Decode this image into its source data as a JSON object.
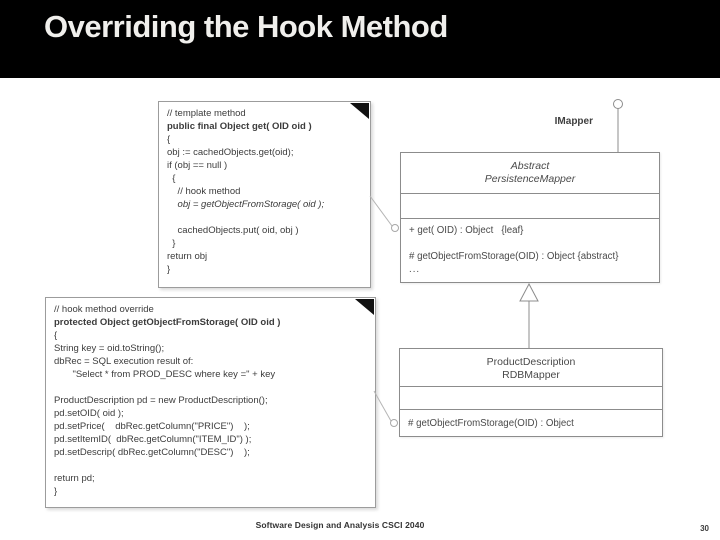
{
  "slide": {
    "title": "Overriding the Hook Method",
    "footer": "Software Design and Analysis CSCI 2040",
    "page_number": "30"
  },
  "colors": {
    "title_bg": "#000000",
    "title_text": "#f0efec",
    "body_bg": "#ffffff",
    "code_text": "#3c3c3c",
    "note_border": "#9c9c9c",
    "uml_border": "#8c8c8c",
    "connector": "#b5b5b5",
    "fold": "#111111"
  },
  "template_method_note": {
    "lines": [
      {
        "t": "// template method"
      },
      {
        "t": "public final Object get( OID oid )",
        "bold": true
      },
      {
        "t": "{"
      },
      {
        "t": "obj := cachedObjects.get(oid);"
      },
      {
        "t": "if (obj == null )"
      },
      {
        "t": "  {"
      },
      {
        "t": "    // hook method"
      },
      {
        "t": "    obj = getObjectFromStorage( oid );",
        "italic": true
      },
      {
        "t": ""
      },
      {
        "t": "    cachedObjects.put( oid, obj )"
      },
      {
        "t": "  }"
      },
      {
        "t": "return obj"
      },
      {
        "t": "}"
      }
    ]
  },
  "hook_override_note": {
    "lines": [
      {
        "t": "// hook method override"
      },
      {
        "t": "protected Object getObjectFromStorage( OID oid )",
        "bold": true
      },
      {
        "t": "{"
      },
      {
        "t": "String key = oid.toString();"
      },
      {
        "t": "dbRec = SQL execution result of:"
      },
      {
        "t": "       \"Select * from PROD_DESC where key =\" + key"
      },
      {
        "t": ""
      },
      {
        "t": "ProductDescription pd = new ProductDescription();"
      },
      {
        "t": "pd.setOID( oid );"
      },
      {
        "t": "pd.setPrice(    dbRec.getColumn(\"PRICE\")    );"
      },
      {
        "t": "pd.setItemID(  dbRec.getColumn(\"ITEM_ID\") );"
      },
      {
        "t": "pd.setDescrip( dbRec.getColumn(\"DESC\")    );"
      },
      {
        "t": ""
      },
      {
        "t": "return pd;"
      },
      {
        "t": "}"
      }
    ]
  },
  "uml": {
    "interface_label": "IMapper",
    "abstract_class": {
      "name_line1": "Abstract",
      "name_line2": "PersistenceMapper",
      "operations": [
        "+ get( OID) : Object   {leaf}",
        "# getObjectFromStorage(OID) : Object {abstract}",
        "..."
      ]
    },
    "concrete_class": {
      "name_line1": "ProductDescription",
      "name_line2": "RDBMapper",
      "operations": [
        "# getObjectFromStorage(OID) : Object"
      ]
    }
  }
}
